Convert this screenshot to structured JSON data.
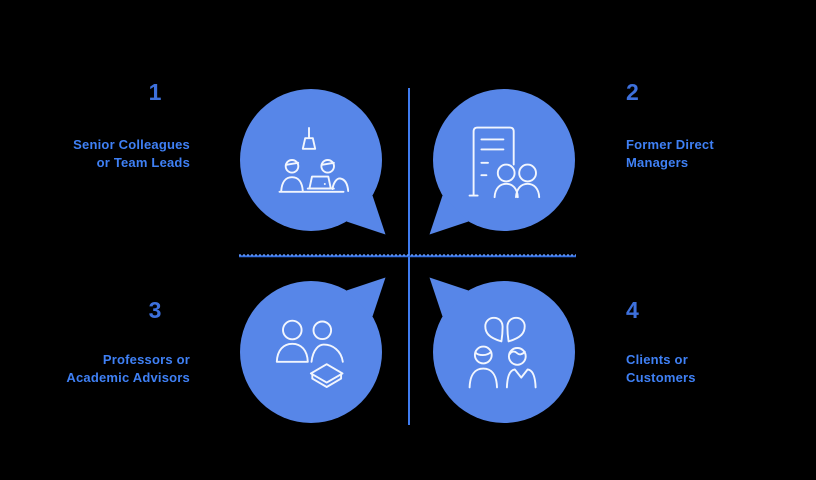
{
  "colors": {
    "background": "#000000",
    "bubble": "#5786E8",
    "icon_stroke": "#F2F6FE",
    "number": "#3D70DC",
    "label": "#3F80F5",
    "divider": "#3F7CF0",
    "divider_base": "#3570E3",
    "divider_dot": "#6FA3FF"
  },
  "quadrants": [
    {
      "number": "1",
      "label_line1": "Senior Colleagues",
      "label_line2": "or Team Leads",
      "icon": "colleagues-at-desk-icon"
    },
    {
      "number": "2",
      "label_line1": "Former Direct",
      "label_line2": "Managers",
      "icon": "document-with-people-icon"
    },
    {
      "number": "3",
      "label_line1": "Professors or",
      "label_line2": "Academic Advisors",
      "icon": "people-graduation-cap-icon"
    },
    {
      "number": "4",
      "label_line1": "Clients or",
      "label_line2": "Customers",
      "icon": "people-chat-icon"
    }
  ]
}
